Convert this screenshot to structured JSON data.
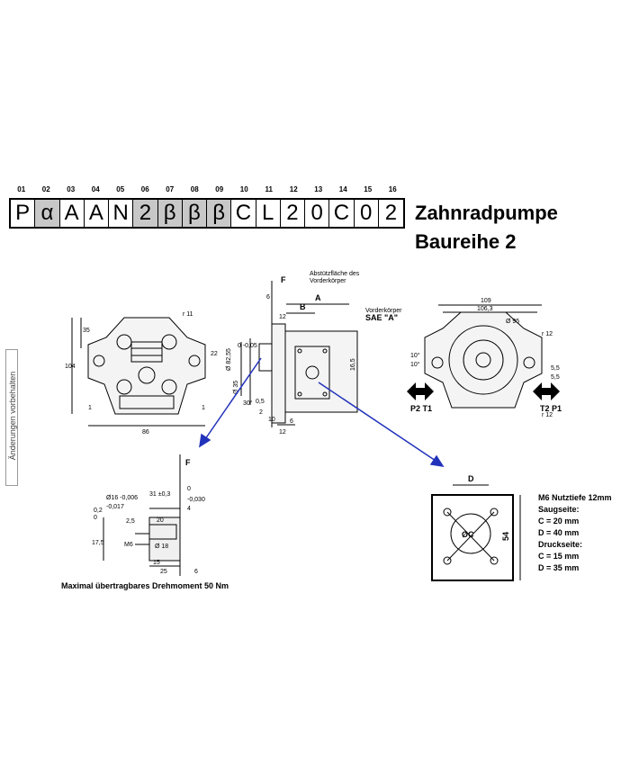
{
  "code": {
    "positions": [
      "01",
      "02",
      "03",
      "04",
      "05",
      "06",
      "07",
      "08",
      "09",
      "10",
      "11",
      "12",
      "13",
      "14",
      "15",
      "16"
    ],
    "chars": [
      "P",
      "α",
      "A",
      "A",
      "N",
      "2",
      "β",
      "β",
      "β",
      "C",
      "L",
      "2",
      "0",
      "C",
      "0",
      "2"
    ],
    "shaded": [
      false,
      true,
      false,
      false,
      false,
      true,
      true,
      true,
      true,
      false,
      false,
      false,
      false,
      false,
      false,
      false
    ]
  },
  "title": {
    "line1": "Zahnradpumpe",
    "line2": "Baureihe 2"
  },
  "side_note": "Änderungen vorbehalten",
  "front_view": {
    "dims": [
      "r 11",
      "35",
      "104",
      "22",
      "1",
      "1",
      "86"
    ]
  },
  "side_view": {
    "dims": [
      "F",
      "Abstützfläche des",
      "Vorderkörper",
      "6",
      "A",
      "B",
      "12",
      "Ø 82,55",
      "0 -0,05",
      "Ø 35",
      "30°",
      "0,5",
      "2",
      "10",
      "12",
      "6",
      "16,5"
    ]
  },
  "rear_view": {
    "dims": [
      "109",
      "106,3",
      "r 12",
      "Ø 95",
      "Vorderkörper",
      "SAE \"A\"",
      "10°",
      "10°",
      "5,5",
      "5,5",
      "r 12"
    ],
    "port_left": "P2 T1",
    "port_right": "T2 P1"
  },
  "shaft_detail": {
    "dims": [
      "F",
      "31 ±0,3",
      "0",
      "-0,030",
      "4",
      "20",
      "Ø16 -0,006",
      "-0,017",
      "0,2",
      "0",
      "2,5",
      "17,5",
      "M6",
      "Ø 18",
      "15",
      "25",
      "6"
    ],
    "caption": "Maximal übertragbares Drehmoment 50 Nm"
  },
  "flange_detail": {
    "dim_top": "D",
    "dim_side": "54",
    "center_label": "ØC",
    "spec": {
      "line1": "M6 Nutztiefe 12mm",
      "line2": "Saugseite:",
      "line3": "C = 20  mm",
      "line4": "D = 40 mm",
      "line5": "Druckseite:",
      "line6": "C = 15  mm",
      "line7": "D = 35 mm"
    }
  },
  "colors": {
    "arrow": "#2233bb",
    "shade": "#c8c8c8"
  }
}
